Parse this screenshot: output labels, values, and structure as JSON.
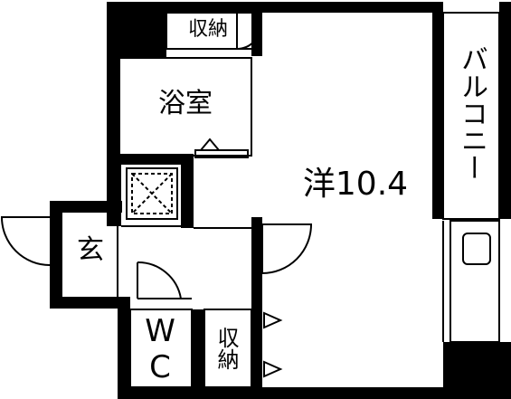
{
  "floor_plan": {
    "rooms": {
      "storage_top": "収納",
      "bath": "浴室",
      "western_room": "洋10.4",
      "balcony": "バルコニー",
      "entrance": "玄",
      "wc": "WC",
      "storage_bottom": "収納"
    },
    "colors": {
      "wall": "#000000",
      "background": "#ffffff",
      "line": "#000000"
    }
  }
}
